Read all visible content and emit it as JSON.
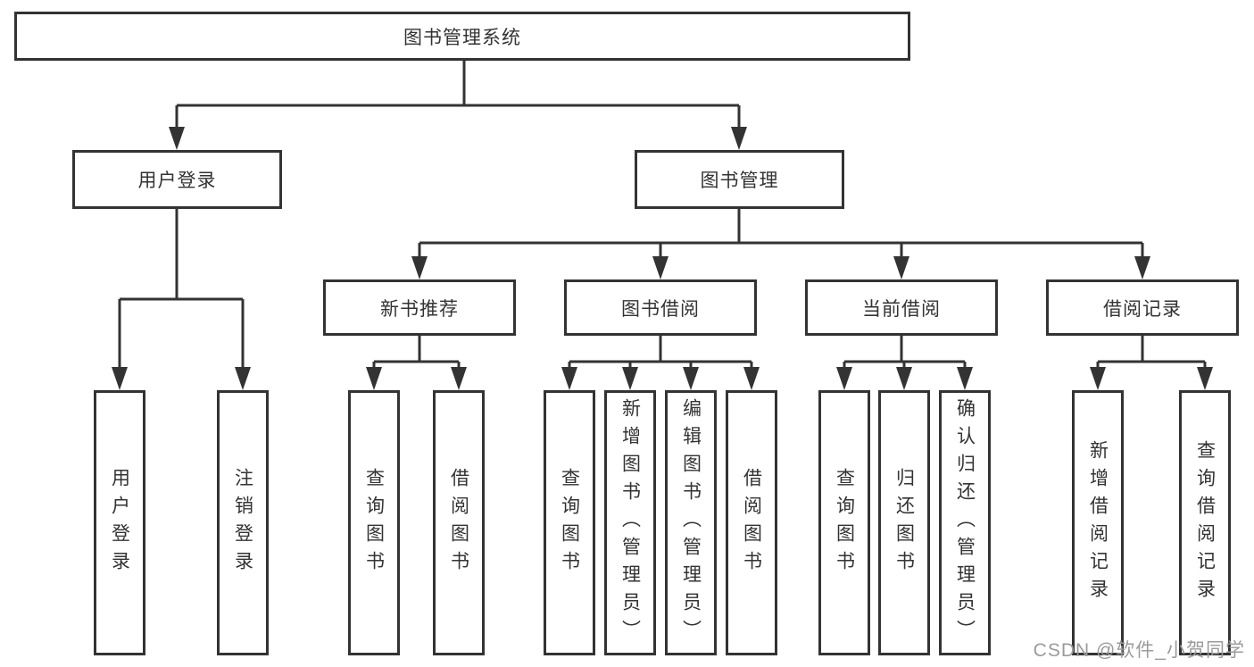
{
  "colors": {
    "line": "#333333",
    "text": "#333333",
    "box_background": "#ffffff",
    "watermark": "#9b9b9b",
    "page_background": "#ffffff"
  },
  "watermark": {
    "text": "CSDN @软件_小贺同学"
  },
  "tree": {
    "root": {
      "label": "图书管理系统"
    },
    "level2": [
      {
        "label": "用户登录",
        "children": [
          {
            "label": "用户登录"
          },
          {
            "label": "注销登录"
          }
        ]
      },
      {
        "label": "图书管理",
        "children": [
          {
            "label": "新书推荐",
            "children": [
              {
                "label": "查询图书"
              },
              {
                "label": "借阅图书"
              }
            ]
          },
          {
            "label": "图书借阅",
            "children": [
              {
                "label": "查询图书"
              },
              {
                "label": "新增图书（管理员）"
              },
              {
                "label": "编辑图书（管理员）"
              },
              {
                "label": "借阅图书"
              }
            ]
          },
          {
            "label": "当前借阅",
            "children": [
              {
                "label": "查询图书"
              },
              {
                "label": "归还图书"
              },
              {
                "label": "确认归还（管理员）"
              }
            ]
          },
          {
            "label": "借阅记录",
            "children": [
              {
                "label": "新增借阅记录"
              },
              {
                "label": "查询借阅记录"
              }
            ]
          }
        ]
      }
    ]
  }
}
